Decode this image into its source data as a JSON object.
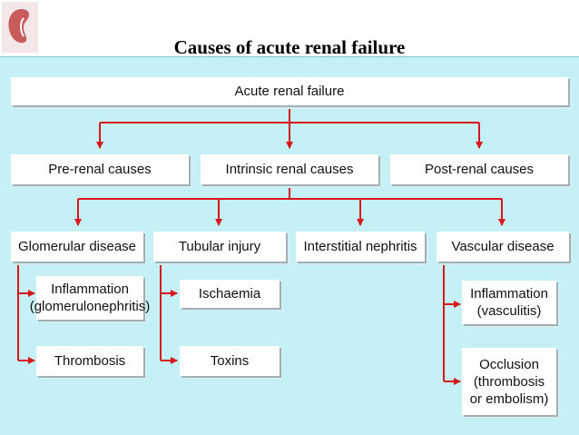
{
  "title": "Causes of acute renal failure",
  "colors": {
    "panel": "#c5f0f5",
    "arrow": "#d8161b",
    "box": "#ffffff"
  },
  "logo_icon": "kidney-icon",
  "nodes": {
    "root": "Acute renal failure",
    "pre_renal": "Pre-renal causes",
    "intrinsic": "Intrinsic renal causes",
    "post_renal": "Post-renal causes",
    "glomerular": "Glomerular disease",
    "tubular": "Tubular injury",
    "interstitial": "Interstitial nephritis",
    "vascular": "Vascular disease",
    "glom_inflammation": [
      "Inflammation",
      "(glomerulonephritis)"
    ],
    "glom_thrombosis": "Thrombosis",
    "ischaemia": "Ischaemia",
    "toxins": "Toxins",
    "vasc_inflammation": [
      "Inflammation",
      "(vasculitis)"
    ],
    "occlusion": [
      "Occlusion",
      "(thrombosis",
      "or embolism)"
    ]
  }
}
